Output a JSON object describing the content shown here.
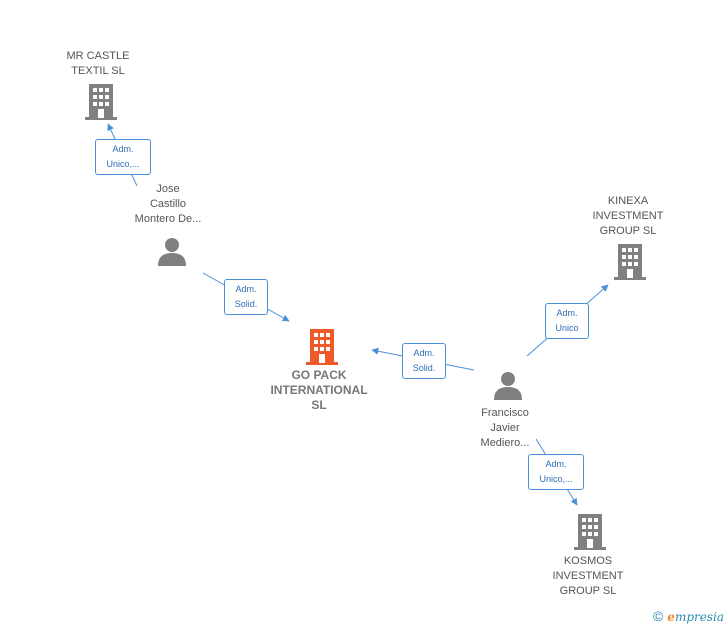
{
  "nodes": {
    "mr_castle": {
      "lines": [
        "MR CASTLE",
        "TEXTIL  SL"
      ],
      "icon": "building-icon"
    },
    "jose": {
      "lines": [
        "Jose",
        "Castillo",
        "Montero De..."
      ],
      "icon": "person-icon"
    },
    "kinexa": {
      "lines": [
        "KINEXA",
        "INVESTMENT",
        "GROUP  SL"
      ],
      "icon": "building-icon"
    },
    "gopack": {
      "lines": [
        "GO PACK",
        "INTERNATIONAL",
        "SL"
      ],
      "icon": "building-icon"
    },
    "francisco": {
      "lines": [
        "Francisco",
        "Javier",
        "Mediero..."
      ],
      "icon": "person-icon"
    },
    "kosmos": {
      "lines": [
        "KOSMOS",
        "INVESTMENT",
        "GROUP  SL"
      ],
      "icon": "building-icon"
    }
  },
  "edges": {
    "jose_mrcastle": [
      "Adm.",
      "Unico,..."
    ],
    "jose_gopack": [
      "Adm.",
      "Solid."
    ],
    "francisco_gopack": [
      "Adm.",
      "Solid."
    ],
    "francisco_kinexa": [
      "Adm.",
      "Unico"
    ],
    "francisco_kosmos": [
      "Adm.",
      "Unico,..."
    ]
  },
  "colors": {
    "main_node": "#f05a28",
    "node": "#808080",
    "edge": "#4a90d9"
  },
  "watermark": {
    "symbol": "©",
    "brand_initial": "e",
    "brand_rest": "mpresia"
  }
}
